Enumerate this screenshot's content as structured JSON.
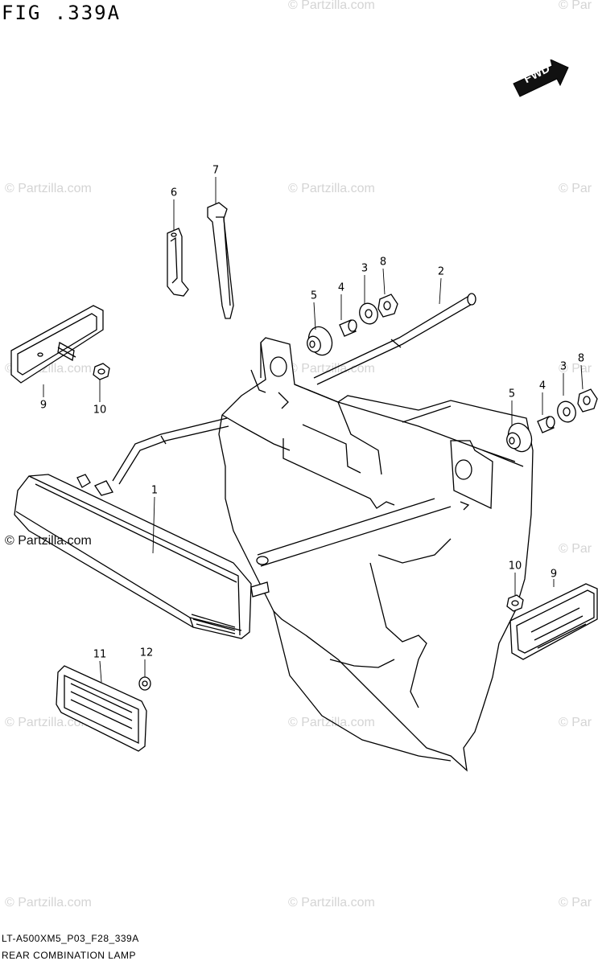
{
  "figure": {
    "title": "FIG .339A",
    "code": "LT-A500XM5_P03_F28_339A",
    "name": "REAR COMBINATION LAMP",
    "forward_marker": "FWD"
  },
  "watermark": {
    "text": "© Partzilla.com",
    "partial": "© Par"
  },
  "callouts": [
    "1",
    "2",
    "3",
    "3",
    "4",
    "4",
    "5",
    "5",
    "6",
    "7",
    "8",
    "8",
    "9",
    "9",
    "10",
    "10",
    "11",
    "12"
  ],
  "colors": {
    "line": "#000000",
    "watermark": "#d4d4d4",
    "background": "#ffffff"
  }
}
